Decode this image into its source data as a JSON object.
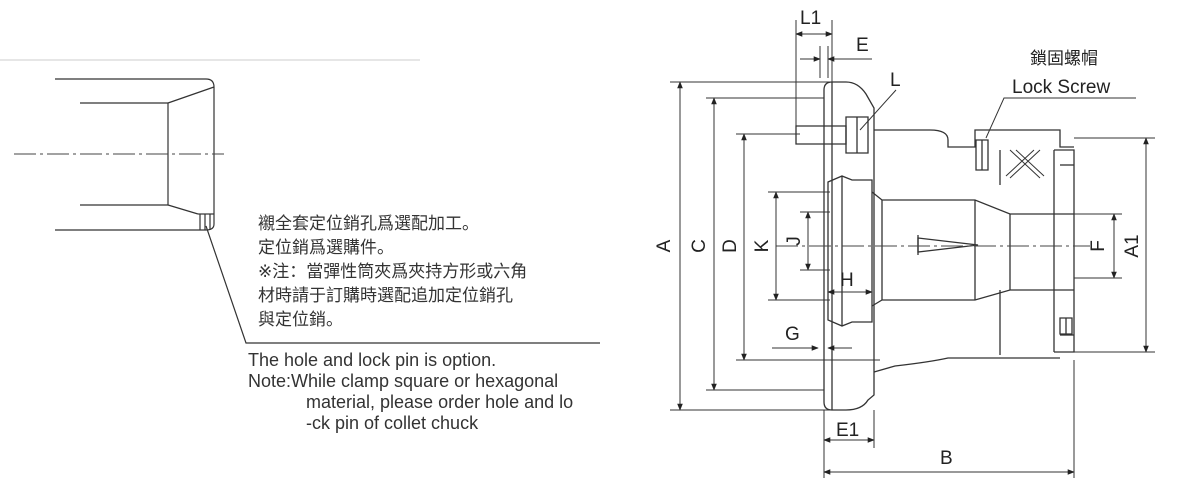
{
  "notes_zh": [
    "襯全套定位銷孔爲選配加工。",
    "定位銷爲選購件。",
    "※注：當彈性筒夾爲夾持方形或六角",
    "材時請于訂購時選配追加定位銷孔",
    "與定位銷。"
  ],
  "notes_en": [
    "The hole and lock pin is option.",
    "Note:While clamp square or hexagonal",
    "material, please order hole and lo",
    "-ck  pin of collet chuck"
  ],
  "callouts": {
    "lock_screw_zh": "鎖固螺帽",
    "lock_screw_en": "Lock Screw"
  },
  "dimension_labels": {
    "L1": "L1",
    "E": "E",
    "L": "L",
    "A": "A",
    "C": "C",
    "D": "D",
    "K": "K",
    "J": "J",
    "H": "H",
    "G": "G",
    "E1": "E1",
    "B": "B",
    "F": "F",
    "A1": "A1"
  }
}
